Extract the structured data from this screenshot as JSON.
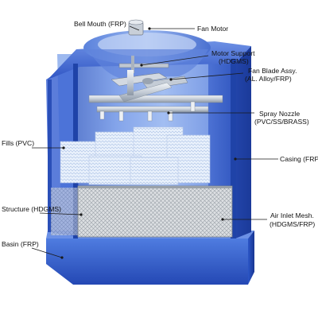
{
  "labels": {
    "bell_mouth": "Bell Mouth (FRP)",
    "fan_motor": "Fan Motor",
    "motor_support_1": "Motor Support",
    "motor_support_2": "(HDGMS)",
    "fan_blade_1": "Fan Blade Assy.",
    "fan_blade_2": "(AL. Alloy/FRP)",
    "spray_nozzle_1": "Spray Nozzle",
    "spray_nozzle_2": "(PVC/SS/BRASS)",
    "fills": "Fills (PVC)",
    "casing": "Casing (FRP",
    "structure": "Structure (HDGMS)",
    "air_inlet_1": "Air Inlet Mesh.",
    "air_inlet_2": "(HDGMS/FRP)",
    "basin": "Basin (FRP)"
  },
  "colors": {
    "casing_dark": "#1f3f9e",
    "casing_mid": "#3a63d4",
    "casing_light": "#8fb2f2",
    "basin": "#2f5fd0",
    "fill_block": "#e4eefb",
    "mesh": "#d8dadc",
    "pipe": "#cfd6df"
  }
}
